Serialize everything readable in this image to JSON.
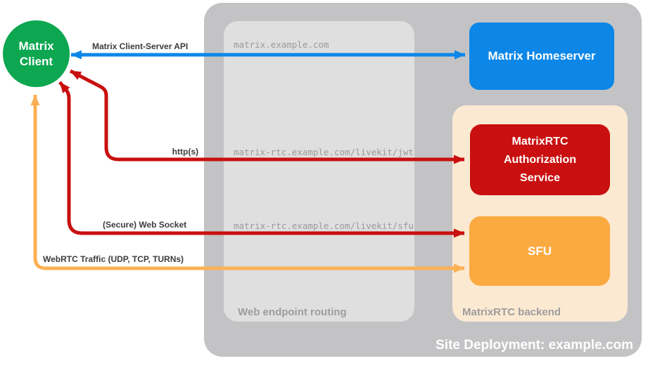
{
  "client": {
    "lines": [
      "Matrix",
      "Client"
    ],
    "color": "#0ca750"
  },
  "deployment": {
    "title": "Site Deployment: example.com",
    "container_color": "#c3c3c5"
  },
  "routing": {
    "label": "Web endpoint routing",
    "box_color": "#dfdfdf",
    "endpoints": [
      "matrix.example.com",
      "matrix-rtc.example.com/livekit/jwt",
      "matrix-rtc.example.com/livekit/sfu"
    ]
  },
  "backend": {
    "label": "MatrixRTC backend",
    "box_color": "#fce9d2"
  },
  "nodes": {
    "homeserver": {
      "label": "Matrix Homeserver",
      "color": "#0c87e8"
    },
    "auth_service": {
      "lines": [
        "MatrixRTC",
        "Authorization",
        "Service"
      ],
      "color": "#c90f0f"
    },
    "sfu": {
      "label": "SFU",
      "color": "#fbaa41"
    }
  },
  "connections": {
    "client_server_api": {
      "label": "Matrix Client-Server API",
      "color": "#0c87e8"
    },
    "http": {
      "label": "http(s)",
      "color": "#c90f0f"
    },
    "websocket": {
      "label": "(Secure) Web Socket",
      "color": "#c90f0f"
    },
    "webrtc": {
      "label": "WebRTC Traffic (UDP, TCP, TURNs)",
      "color": "#fbb154"
    }
  }
}
